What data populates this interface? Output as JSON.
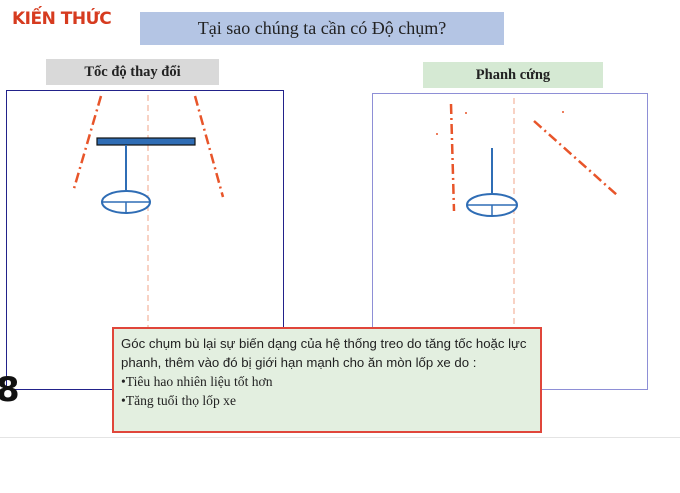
{
  "logo": {
    "text": "KIẾN THỨC"
  },
  "title": "Tại sao chúng ta cần có Độ chụm?",
  "panels": {
    "left_label": "Tốc độ thay đổi",
    "right_label": "Phanh cứng"
  },
  "explanation": {
    "text": "Góc chụm bù lại sự biến dạng của hệ thống treo do tăng tốc hoặc lực phanh, thêm vào đó bị giới hạn mạnh cho ăn mòn lốp xe do :",
    "bullets": [
      "•Tiêu hao nhiên liệu tốt hơn",
      "•Tăng tuổi thọ lốp xe"
    ]
  },
  "edge_glyph": "8",
  "colors": {
    "title_bg": "#b4c5e4",
    "left_label_bg": "#d9d9d9",
    "right_label_bg": "#d5e9d3",
    "wheel_line": "#e8552a",
    "axle": "#2f6db5",
    "textbox_border": "#e0463a",
    "textbox_bg": "#e3efe0"
  }
}
